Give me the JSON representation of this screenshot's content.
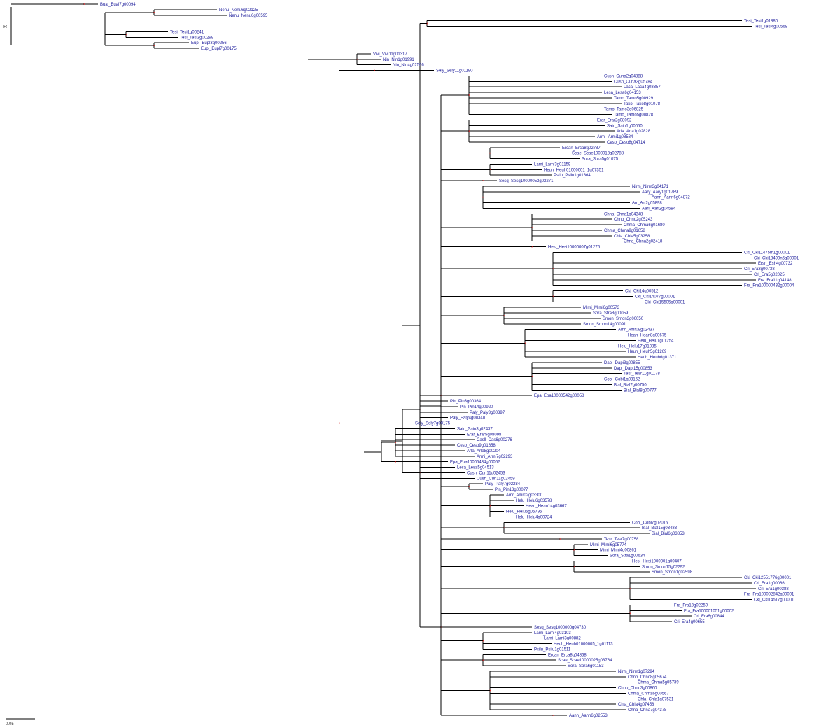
{
  "tree": {
    "root_label": "R",
    "scale_bar_label": "0.05",
    "clades": [
      {
        "tips": [
          "Bual_Bual7g00094"
        ]
      },
      {
        "tips": [
          "Nenu_Nenu6g02125",
          "Nenu_Nenu6g00595"
        ]
      },
      {
        "tips": [
          "Tesi_Tesi1g01880",
          "Tesi_Tesi4g00568"
        ]
      },
      {
        "tips": [
          "Tesi_Tesi1g00241",
          "Tesi_Tesi3g00299"
        ]
      },
      {
        "tips": [
          "Eupl_Eupl3g00256",
          "Eupl_Eupl7g00175"
        ]
      },
      {
        "tips": [
          "Vivi_Vivi11g01317",
          "Nin_Nin1g01991",
          "Nin_Nin4g02566"
        ]
      },
      {
        "tips": [
          "Sely_Sely11g01190"
        ]
      },
      {
        "tips": [
          "Cusn_Cuna2g04888",
          "Cusn_Cuna3g05784",
          "Laca_Laca4g08357",
          "Lesa_Lesa6g04153",
          "Tamo_Tamo5g00929",
          "Tako_Tako8g01078",
          "Tamo_Tamo3g06825",
          "Tamo_Tamo5g00828"
        ]
      },
      {
        "tips": [
          "Erar_Erar2g08092",
          "Sain_Sain1g00050",
          "Arla_Arla1g02828",
          "Armi_Armi1g08584",
          "Ceso_Ceso8g04714"
        ]
      },
      {
        "tips": [
          "Ercan_Erca8g02787",
          "Scae_Scae1000013g02788",
          "Sora_Sora5g01075"
        ]
      },
      {
        "tips": [
          "Lami_Lami3g01159",
          "Heuh_Heuh01000001_1g07351",
          "Psilu_Psilu1g01864"
        ]
      },
      {
        "tips": [
          "Sesq_Sesq10000052g02271"
        ]
      },
      {
        "tips": [
          "Nirm_Nirm3g04171",
          "Aary_Aary1g01789",
          "Aann_Aann6g04872",
          "Arr_Arr2g05898",
          "Aari_Aari2g04584"
        ]
      },
      {
        "tips": [
          "Chna_Chna1g04348",
          "Chno_Chno2g05243",
          "Chma_Chma6g01680",
          "Chma_Chma9g01658",
          "Chla_Chla5g03258",
          "Chna_Chna2g02418"
        ]
      },
      {
        "tips": [
          "Hesi_Hesi10000007g01276"
        ]
      },
      {
        "tips": [
          "Cki_Cki11475m1g00001",
          "Cki_Cki13490n5g00001",
          "Ersn_Esh4g00732",
          "Cri_Era3g00738",
          "Cri_Era5g02025",
          "Fra_Fra11g04148",
          "Fra_Fra100000432g00004"
        ]
      },
      {
        "tips": [
          "Cki_Cki14g00512",
          "Cki_Cki14077g00001",
          "Cki_Cki15505g00001"
        ]
      },
      {
        "tips": [
          "Mimi_Mimi6g00573",
          "Sora_Stra8g00059",
          "Smon_Smon3g00050",
          "Smon_Smon14g00091"
        ]
      },
      {
        "tips": [
          "Amr_Amr09g02437",
          "Hean_Hean8g00675",
          "Helu_Helu1g01254",
          "Helu_Helu17g01085",
          "Heuh_Heuh5g01269",
          "Heuh_Heuh6g01371"
        ]
      },
      {
        "tips": [
          "Dapi_Dapi3g00855",
          "Dapi_Dapi15g00853",
          "Tesr_Tesr11g01178",
          "Cobi_Cobi1g03162",
          "Bial_Bial7g00750",
          "Bial_Bial8g00777"
        ]
      },
      {
        "tips": [
          "Epa_Epa10000542g00058"
        ]
      },
      {
        "tips": [
          "Pin_Pin3g00364",
          "Pin_Pin14g00920",
          "Paly_Paly3g00397",
          "Paly_Paly4g00340"
        ]
      },
      {
        "tips": [
          "Sely_Sely7g00175"
        ]
      },
      {
        "tips": [
          "Sain_Sain3g02437",
          "Erar_Erar5g08098",
          "Casll_Cas6g00276",
          "Ceso_Ceso9g01658",
          "Arla_Arla8g00204",
          "Armi_Armi7g02293"
        ]
      },
      {
        "tips": [
          "Epa_Epa10005434g00062"
        ]
      },
      {
        "tips": [
          "Lesa_Lesa5g04513",
          "Cusn_Cun11g02453",
          "Cusn_Cun11g02459"
        ]
      },
      {
        "tips": [
          "Paly_Paly7g02284",
          "Pin_Pin13g00077"
        ]
      },
      {
        "tips": [
          "Amr_Amr02g03300",
          "Helu_Helu6g03578",
          "Hean_Hean14g03667",
          "Helu_Helu6g05795",
          "Helu_Helu4g00724"
        ]
      },
      {
        "tips": [
          "Cobi_Cobi7g02015",
          "Bial_Bial15g03483",
          "Bial_Bial6g03853"
        ]
      },
      {
        "tips": [
          "Tesr_Tesr7g00758"
        ]
      },
      {
        "tips": [
          "Mimi_Mimi6g05774",
          "Mimi_Mimi4g00861",
          "Sora_Stra1g00634"
        ]
      },
      {
        "tips": [
          "Hesi_Hesi1000001g00407",
          "Smon_Smon15g02292",
          "Smon_Smon1g02598"
        ]
      },
      {
        "tips": [
          "Cki_Cki12551776g00001",
          "Cri_Era1g00066",
          "Cri_Era1g00388",
          "Fra_Fra100002842g00001",
          "Cki_Cki14517g00001"
        ]
      },
      {
        "tips": [
          "Fra_Fra13g02259",
          "Fra_Fra100001051g00002",
          "Cri_Era6g00844",
          "Cri_Era4g00655"
        ]
      },
      {
        "tips": [
          "Sesq_Sesq1000000g04730"
        ]
      },
      {
        "tips": [
          "Lami_Lami4g03103",
          "Lami_Lami3g00882",
          "Heuh_Heuh01000005_1g01113",
          "Psilu_Psilu1g01511"
        ]
      },
      {
        "tips": [
          "Ercan_Erca8g04868",
          "Scae_Scae10000025g03764",
          "Sora_Sora6g01153"
        ]
      },
      {
        "tips": [
          "Nirm_Nirm1g07294",
          "Chno_Chno8g05674",
          "Chma_Chma5g05739",
          "Chno_Chno3g00860",
          "Chma_Chma6g00567",
          "Chla_Chla1g07531",
          "Chla_Chla4g07458",
          "Chna_Chna7g04378"
        ]
      },
      {
        "tips": [
          "Aann_Aann6g02553"
        ]
      }
    ]
  }
}
